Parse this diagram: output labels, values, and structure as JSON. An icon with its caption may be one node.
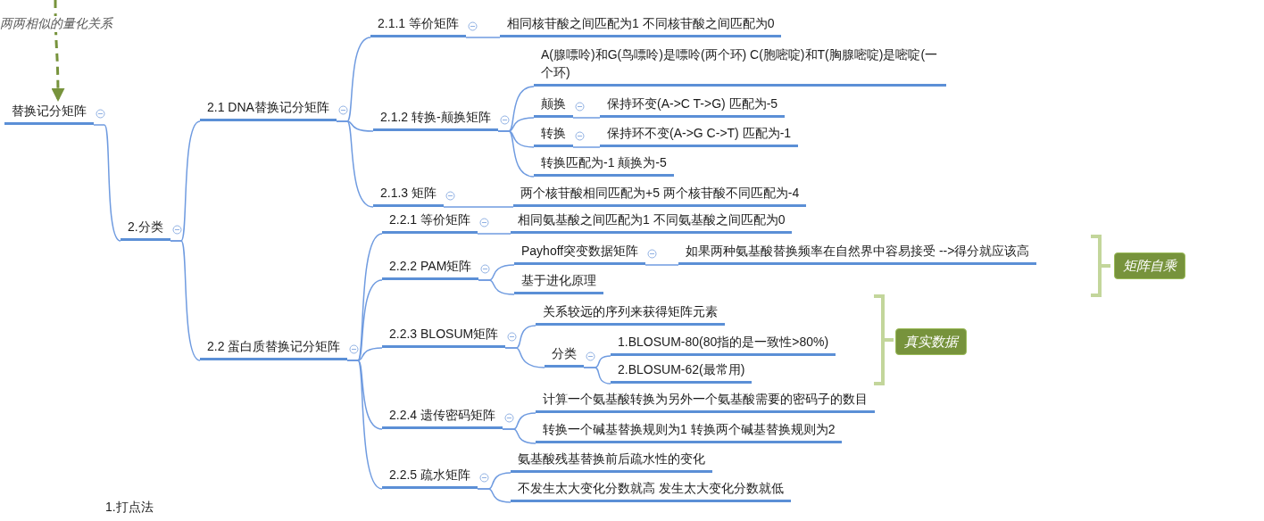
{
  "diagram": {
    "nodes": [
      {
        "text": [
          "替换记分矩阵"
        ]
      },
      {
        "text": [
          "2.分类"
        ]
      },
      {
        "text": [
          "2.1 DNA替换记分矩阵"
        ]
      },
      {
        "text": [
          "2.1.1 等价矩阵"
        ]
      },
      {
        "text": [
          "相同核苷酸之间匹配为1 不同核苷酸之间匹配为0"
        ]
      },
      {
        "text": [
          "2.1.2 转换-颠换矩阵"
        ]
      },
      {
        "text": [
          "A(腺嘌呤)和G(鸟嘌呤)是嘌呤(两个环) C(胞嘧啶)和T(胸腺嘧啶)是嘧啶(一个环)"
        ]
      },
      {
        "text": [
          "颠换"
        ]
      },
      {
        "text": [
          "保持环变(A->C T->G) 匹配为-5"
        ]
      },
      {
        "text": [
          "转换"
        ]
      },
      {
        "text": [
          "保持环不变(A->G C->T) 匹配为-1"
        ]
      },
      {
        "text": [
          "转换匹配为-1 颠换为-5"
        ]
      },
      {
        "text": [
          "2.1.3 矩阵"
        ]
      },
      {
        "text": [
          "两个核苷酸相同匹配为+5 两个核苷酸不同匹配为-4"
        ]
      },
      {
        "text": [
          "2.2 蛋白质替换记分矩阵"
        ]
      },
      {
        "text": [
          "2.2.1 等价矩阵"
        ]
      },
      {
        "text": [
          "相同氨基酸之间匹配为1 不同氨基酸之间匹配为0"
        ]
      },
      {
        "text": [
          "2.2.2 PAM矩阵"
        ]
      },
      {
        "text": [
          "Payhoff突变数据矩阵"
        ]
      },
      {
        "text": [
          "如果两种氨基酸替换频率在自然界中容易接受 -->得分就应该高"
        ]
      },
      {
        "text": [
          "基于进化原理"
        ]
      },
      {
        "text": [
          "2.2.3 BLOSUM矩阵"
        ]
      },
      {
        "text": [
          "关系较远的序列来获得矩阵元素"
        ]
      },
      {
        "text": [
          "分类"
        ]
      },
      {
        "text": [
          "1.BLOSUM-80(80指的是一致性>80%)"
        ]
      },
      {
        "text": [
          "2.BLOSUM-62(最常用)"
        ]
      },
      {
        "text": [
          "2.2.4 遗传密码矩阵"
        ]
      },
      {
        "text": [
          "计算一个氨基酸转换为另外一个氨基酸需要的密码子的数目"
        ]
      },
      {
        "text": [
          "转换一个碱基替换规则为1 转换两个碱基替换规则为2"
        ]
      },
      {
        "text": [
          "2.2.5 疏水矩阵"
        ]
      },
      {
        "text": [
          "氨基酸残基替换前后疏水性的变化"
        ]
      },
      {
        "text": [
          "不发生太大变化分数就高 发生太大变化分数就低"
        ]
      },
      {
        "text": [
          "矩阵自乘"
        ]
      },
      {
        "text": [
          "真实数据"
        ]
      }
    ],
    "edges": [
      {
        "from": null,
        "to": 0,
        "arrow": "to",
        "label": "两两相似的量化关系",
        "style": "dashed",
        "color": "#77933c"
      },
      {
        "from": 0,
        "to": 1,
        "arrow": "none"
      },
      {
        "from": 1,
        "to": 2,
        "arrow": "none"
      },
      {
        "from": 1,
        "to": 14,
        "arrow": "none"
      },
      {
        "from": 2,
        "to": 3,
        "arrow": "none"
      },
      {
        "from": 2,
        "to": 5,
        "arrow": "none"
      },
      {
        "from": 2,
        "to": 12,
        "arrow": "none"
      },
      {
        "from": 3,
        "to": 4,
        "arrow": "none"
      },
      {
        "from": 5,
        "to": 6,
        "arrow": "none"
      },
      {
        "from": 5,
        "to": 7,
        "arrow": "none"
      },
      {
        "from": 5,
        "to": 9,
        "arrow": "none"
      },
      {
        "from": 5,
        "to": 11,
        "arrow": "none"
      },
      {
        "from": 7,
        "to": 8,
        "arrow": "none"
      },
      {
        "from": 9,
        "to": 10,
        "arrow": "none"
      },
      {
        "from": 12,
        "to": 13,
        "arrow": "none"
      },
      {
        "from": 14,
        "to": 15,
        "arrow": "none"
      },
      {
        "from": 14,
        "to": 17,
        "arrow": "none"
      },
      {
        "from": 14,
        "to": 21,
        "arrow": "none"
      },
      {
        "from": 14,
        "to": 26,
        "arrow": "none"
      },
      {
        "from": 14,
        "to": 29,
        "arrow": "none"
      },
      {
        "from": 15,
        "to": 16,
        "arrow": "none"
      },
      {
        "from": 17,
        "to": 18,
        "arrow": "none"
      },
      {
        "from": 17,
        "to": 20,
        "arrow": "none"
      },
      {
        "from": 18,
        "to": 19,
        "arrow": "none"
      },
      {
        "from": 21,
        "to": 22,
        "arrow": "none"
      },
      {
        "from": 21,
        "to": 23,
        "arrow": "none"
      },
      {
        "from": 23,
        "to": 24,
        "arrow": "none"
      },
      {
        "from": 23,
        "to": 25,
        "arrow": "none"
      },
      {
        "from": 26,
        "to": 27,
        "arrow": "none"
      },
      {
        "from": 26,
        "to": 28,
        "arrow": "none"
      },
      {
        "from": 29,
        "to": 30,
        "arrow": "none"
      },
      {
        "from": 29,
        "to": 31,
        "arrow": "none"
      }
    ],
    "labels": [
      "1.打点法"
    ]
  }
}
